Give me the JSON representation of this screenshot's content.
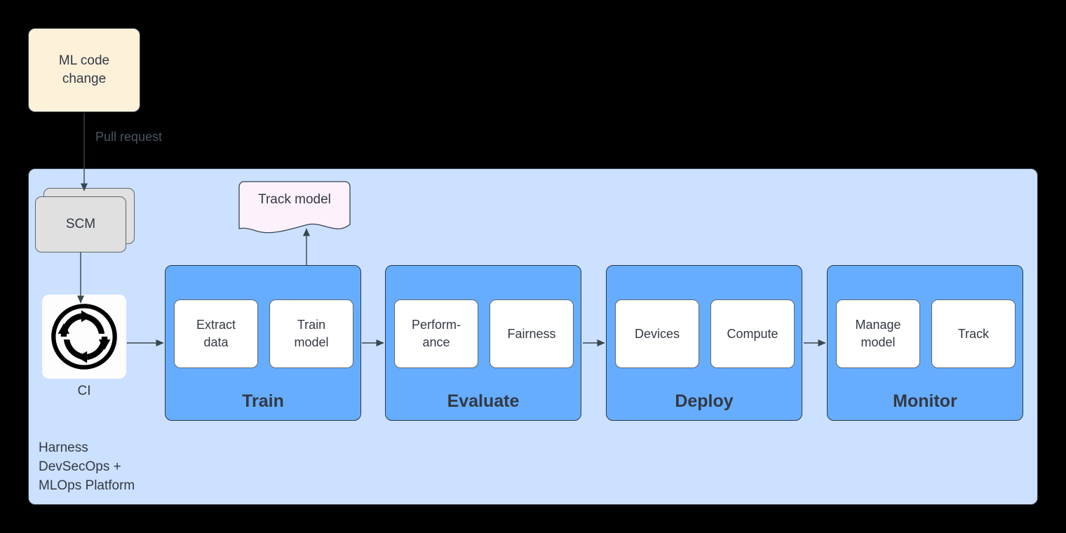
{
  "diagram": {
    "title_node": {
      "label": "ML code\nchange"
    },
    "edges": [
      {
        "label": "Pull request",
        "from": "ML code change",
        "to": "Harness DevSecOps + MLOps Platform"
      }
    ],
    "platform": {
      "caption": "Harness\nDevSecOps +\nMLOps Platform"
    },
    "scm": {
      "label": "SCM"
    },
    "ci": {
      "label": "CI",
      "icon": "ci-cycle-arrows-icon"
    },
    "track_model_note": {
      "label": "Track model"
    },
    "stages": [
      {
        "id": "train",
        "title": "Train",
        "substeps": [
          {
            "label": "Extract\ndata"
          },
          {
            "label": "Train\nmodel"
          }
        ]
      },
      {
        "id": "evaluate",
        "title": "Evaluate",
        "substeps": [
          {
            "label": "Perform-\nance"
          },
          {
            "label": "Fairness"
          }
        ]
      },
      {
        "id": "deploy",
        "title": "Deploy",
        "substeps": [
          {
            "label": "Devices"
          },
          {
            "label": "Compute"
          }
        ]
      },
      {
        "id": "monitor",
        "title": "Monitor",
        "substeps": [
          {
            "label": "Manage\nmodel"
          },
          {
            "label": "Track"
          }
        ]
      }
    ]
  },
  "colors": {
    "background": "#000000",
    "code_change_fill": "#fdf1da",
    "platform_fill": "#cce0ff",
    "stage_fill": "#66adff",
    "substep_fill": "#ffffff",
    "scm_fill": "#e0e0e0",
    "note_fill": "#fdf2fb",
    "stroke": "#36474f",
    "text": "#333943",
    "edge_label_text": "#4b5563"
  }
}
